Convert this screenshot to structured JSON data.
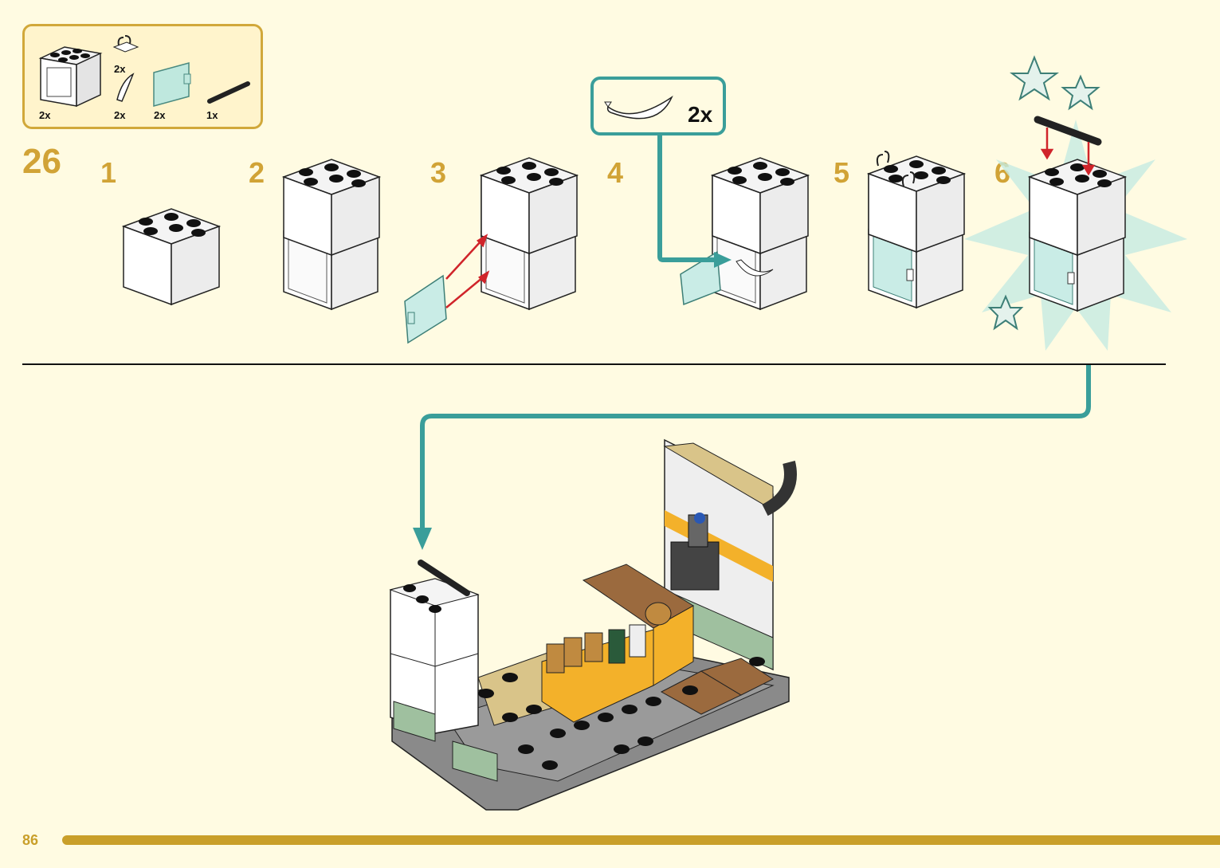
{
  "parts_list": {
    "items": [
      {
        "name": "cupboard",
        "qty": "2x"
      },
      {
        "name": "clip-plate",
        "qty": "2x"
      },
      {
        "name": "banana",
        "qty": "2x"
      },
      {
        "name": "glass-door",
        "qty": "2x"
      },
      {
        "name": "bar",
        "qty": "1x"
      }
    ]
  },
  "step": {
    "number": "26"
  },
  "substeps": [
    "1",
    "2",
    "3",
    "4",
    "5",
    "6"
  ],
  "callout": {
    "qty": "2x",
    "icon": "banana-icon"
  },
  "page": {
    "number": "86"
  },
  "colors": {
    "accent": "#d1a336",
    "teal": "#3a9e9a",
    "background": "#fffbe2",
    "arrow_red": "#d0242a"
  }
}
